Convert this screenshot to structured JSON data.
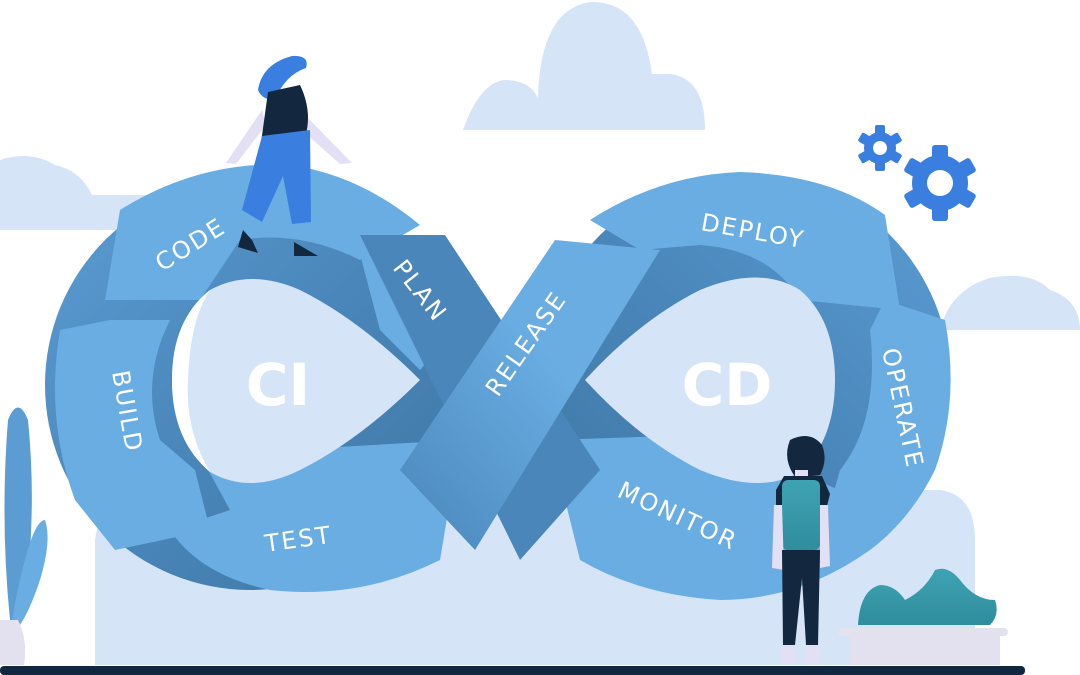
{
  "diagram": {
    "loops": [
      {
        "id": "ci",
        "center_label": "CI",
        "stages": [
          "CODE",
          "BUILD",
          "TEST",
          "PLAN"
        ]
      },
      {
        "id": "cd",
        "center_label": "CD",
        "stages": [
          "RELEASE",
          "DEPLOY",
          "OPERATE",
          "MONITOR"
        ]
      }
    ],
    "stages": {
      "code": "CODE",
      "plan": "PLAN",
      "build": "BUILD",
      "test": "TEST",
      "release": "RELEASE",
      "deploy": "DEPLOY",
      "operate": "OPERATE",
      "monitor": "MONITOR"
    },
    "centers": {
      "ci": "CI",
      "cd": "CD"
    }
  },
  "decorations": {
    "icons": [
      "gear-icon",
      "gear-icon",
      "cloud-icon",
      "plant-icon",
      "woman-figure",
      "man-figure"
    ]
  },
  "colors": {
    "loop_light": "#69ade2",
    "loop_mid": "#5b9dd3",
    "loop_dark": "#3f77a4",
    "center_fill": "#d6e4f8",
    "cloud": "#d6e4f8",
    "gear": "#3a7ee0",
    "ground": "#10273f",
    "teal": "#3fa3b3",
    "navy": "#13283f"
  }
}
